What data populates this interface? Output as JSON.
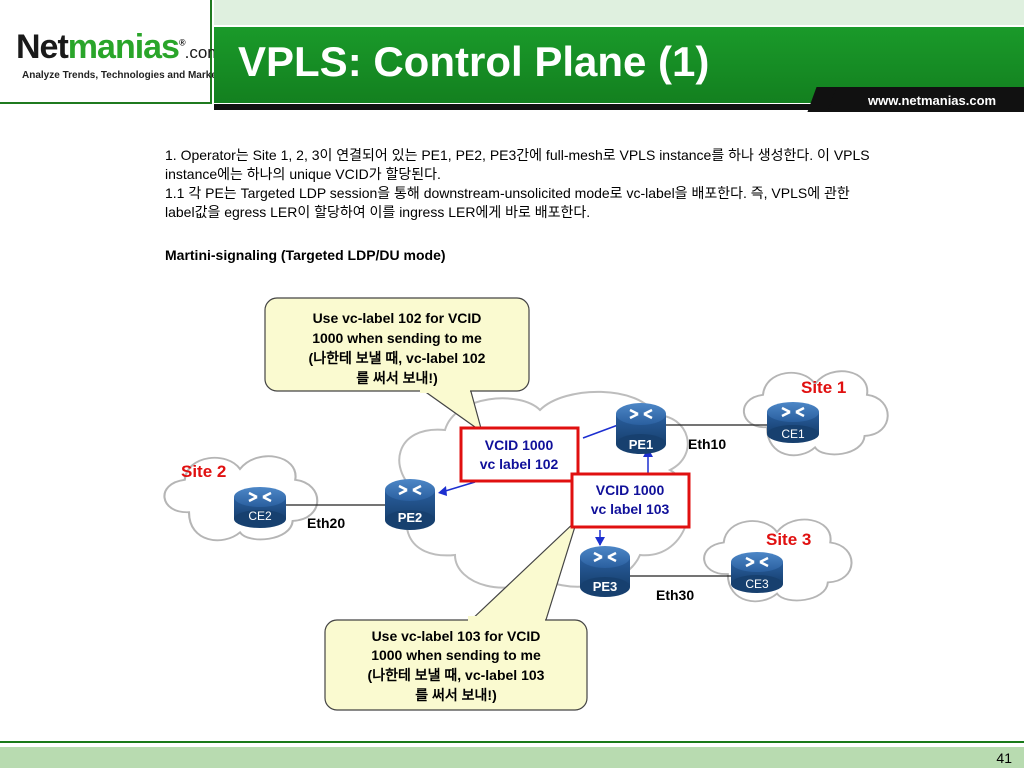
{
  "header": {
    "logo_net": "Net",
    "logo_manias": "manias",
    "logo_reg": "®",
    "logo_com": ".com",
    "logo_tagline": "Analyze Trends, Technologies and Market",
    "title": "VPLS: Control Plane (1)",
    "url": "www.netmanias.com"
  },
  "body": {
    "line1": "1. Operator는 Site 1, 2, 3이 연결되어 있는 PE1, PE2, PE3간에 full-mesh로 VPLS instance를 하나 생성한다. 이 VPLS instance에는 하나의 unique VCID가 할당된다.",
    "line2": "1.1 각 PE는 Targeted LDP session을 통해 downstream-unsolicited mode로 vc-label을 배포한다. 즉, VPLS에 관한 label값을 egress LER이 할당하여 이를 ingress LER에게 바로 배포한다.",
    "subhead": "Martini-signaling (Targeted LDP/DU mode)"
  },
  "diagram": {
    "callout_top": [
      "Use vc-label 102 for VCID",
      "1000 when sending to me",
      "(나한테 보낼 때, vc-label 102",
      "를 써서 보내!)"
    ],
    "callout_bottom": [
      "Use vc-label 103 for VCID",
      "1000 when sending to me",
      "(나한테 보낼 때, vc-label 103",
      "를 써서 보내!)"
    ],
    "box_pe2": [
      "VCID 1000",
      "vc label 102"
    ],
    "box_pe3": [
      "VCID 1000",
      "vc label 103"
    ],
    "routers": {
      "pe1": "PE1",
      "pe2": "PE2",
      "pe3": "PE3",
      "ce1": "CE1",
      "ce2": "CE2",
      "ce3": "CE3"
    },
    "sites": {
      "site1": "Site 1",
      "site2": "Site 2",
      "site3": "Site 3"
    },
    "links": {
      "eth10": "Eth10",
      "eth20": "Eth20",
      "eth30": "Eth30"
    }
  },
  "footer": {
    "page": "41"
  },
  "colors": {
    "brand_green": "#13801f",
    "label_red": "#e01010",
    "router_blue": "#1f4f8f",
    "callout_fill": "#fafad0"
  },
  "icons": [
    "router-icon",
    "cloud-icon"
  ]
}
